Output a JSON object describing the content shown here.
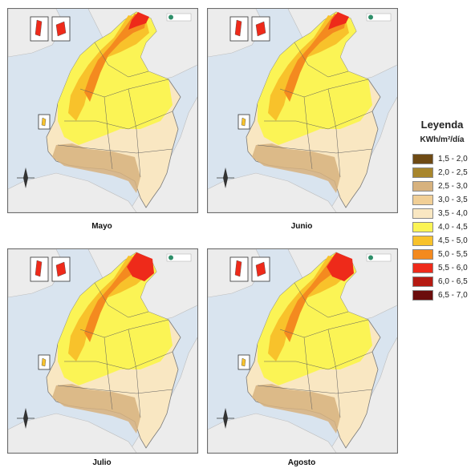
{
  "maps": [
    {
      "caption": "Mayo"
    },
    {
      "caption": "Junio"
    },
    {
      "caption": "Julio"
    },
    {
      "caption": "Agosto"
    }
  ],
  "legend": {
    "title": "Leyenda",
    "unit": "KWh/m²/día",
    "items": [
      {
        "label": "1,5 - 2,0",
        "color": "#6e4a14"
      },
      {
        "label": "2,0 - 2,5",
        "color": "#a8862c"
      },
      {
        "label": "2,5 - 3,0",
        "color": "#d7b27e"
      },
      {
        "label": "3,0 - 3,5",
        "color": "#f1cf96"
      },
      {
        "label": "3,5 - 4,0",
        "color": "#f9e7c2"
      },
      {
        "label": "4,0 - 4,5",
        "color": "#fbf455"
      },
      {
        "label": "4,5 - 5,0",
        "color": "#f8c22b"
      },
      {
        "label": "5,0 - 5,5",
        "color": "#f48a1f"
      },
      {
        "label": "5,5 - 6,0",
        "color": "#ee2a1a"
      },
      {
        "label": "6,0 - 6,5",
        "color": "#b51a12"
      },
      {
        "label": "6,5 - 7,0",
        "color": "#6b0d0c"
      }
    ]
  }
}
